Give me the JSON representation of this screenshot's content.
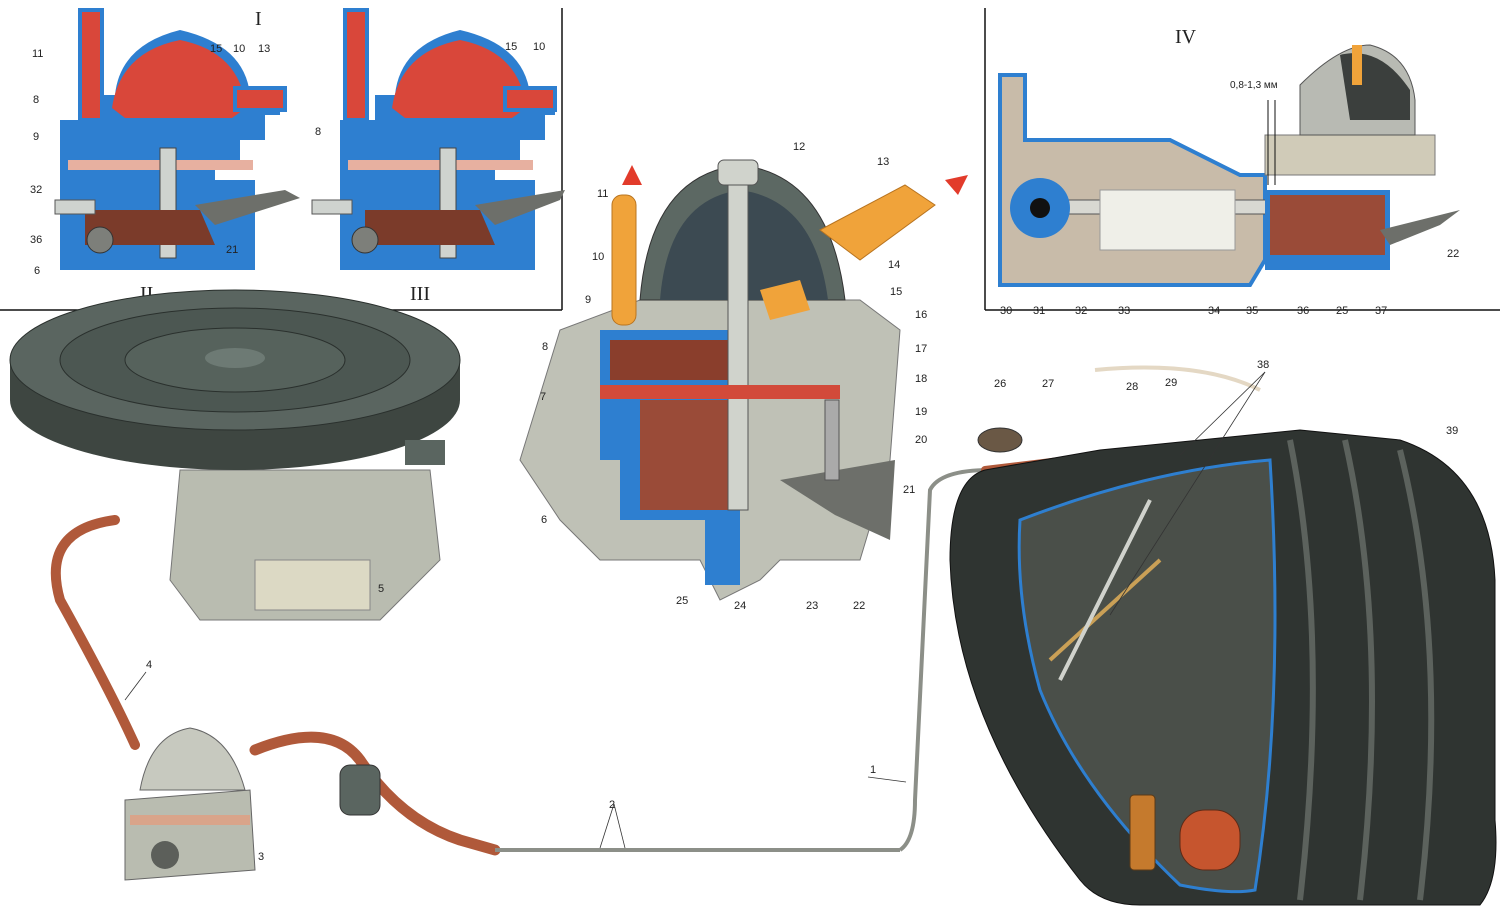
{
  "panels": {
    "I": "I",
    "II": "II",
    "III": "III",
    "IV": "IV"
  },
  "dimension": "0,8-1,3 мм",
  "colors": {
    "fuel_red": "#d9473a",
    "section_blue": "#2e7fd0",
    "metal_gray": "#9a9d94",
    "hose_copper": "#b0593a",
    "tank_dark": "#2f3431",
    "tube_orange": "#f0a33a"
  },
  "callouts": {
    "p1_11": "11",
    "p1_8": "8",
    "p1_9": "9",
    "p1_32": "32",
    "p1_36": "36",
    "p1_6": "6",
    "p1_15": "15",
    "p1_10": "10",
    "p1_13": "13",
    "p1_21": "21",
    "p3_15": "15",
    "p3_10": "10",
    "p3_8": "8",
    "m_11": "11",
    "m_12": "12",
    "m_13": "13",
    "m_10": "10",
    "m_9": "9",
    "m_8": "8",
    "m_7": "7",
    "m_6": "6",
    "m_14": "14",
    "m_15": "15",
    "m_16": "16",
    "m_17": "17",
    "m_18": "18",
    "m_19": "19",
    "m_20": "20",
    "m_21": "21",
    "m_22": "22",
    "m_23": "23",
    "m_24": "24",
    "m_25": "25",
    "p4_30": "30",
    "p4_31": "31",
    "p4_32": "32",
    "p4_33": "33",
    "p4_34": "34",
    "p4_35": "35",
    "p4_36": "36",
    "p4_25": "25",
    "p4_37": "37",
    "p4_22": "22",
    "b_5": "5",
    "b_4": "4",
    "b_3": "3",
    "b_2": "2",
    "b_1": "1",
    "t_26": "26",
    "t_27": "27",
    "t_28": "28",
    "t_29": "29",
    "t_38": "38",
    "t_39": "39"
  }
}
